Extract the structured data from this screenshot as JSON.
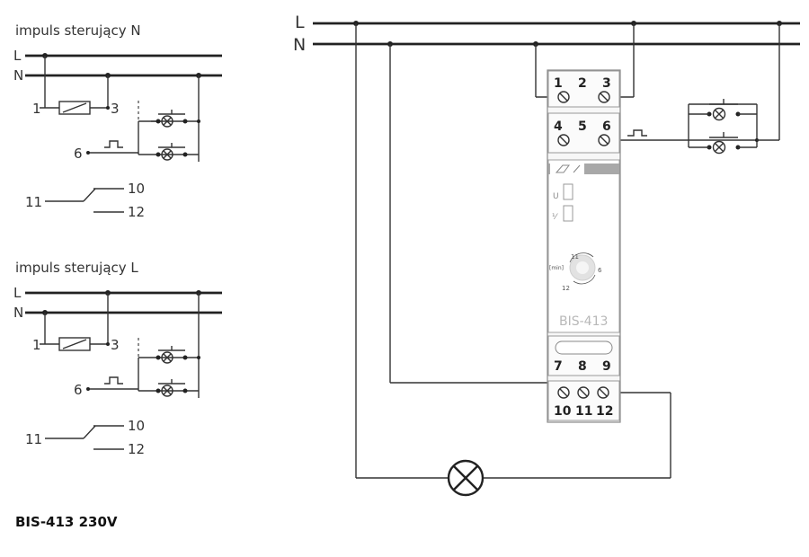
{
  "diagram_n": {
    "title": "impuls sterujący N",
    "line_l": "L",
    "line_n": "N",
    "t1": "1",
    "t3": "3",
    "t6": "6",
    "t10": "10",
    "t11": "11",
    "t12": "12"
  },
  "diagram_l": {
    "title": "impuls sterujący L",
    "line_l": "L",
    "line_n": "N",
    "t1": "1",
    "t3": "3",
    "t6": "6",
    "t10": "10",
    "t11": "11",
    "t12": "12"
  },
  "main": {
    "line_l": "L",
    "line_n": "N",
    "top_terminals": [
      "1",
      "2",
      "3"
    ],
    "mid_terminals": [
      "4",
      "5",
      "6"
    ],
    "low_terminals": [
      "7",
      "8",
      "9"
    ],
    "bottom_terminals": [
      "10",
      "11",
      "12"
    ],
    "led_u": "U",
    "led_relay": "⅟",
    "dial_top": "11",
    "dial_right": "6",
    "dial_bottom": "12",
    "dial_left": "[min]",
    "device_model": "BIS-413"
  },
  "caption": "BIS-413 230V"
}
